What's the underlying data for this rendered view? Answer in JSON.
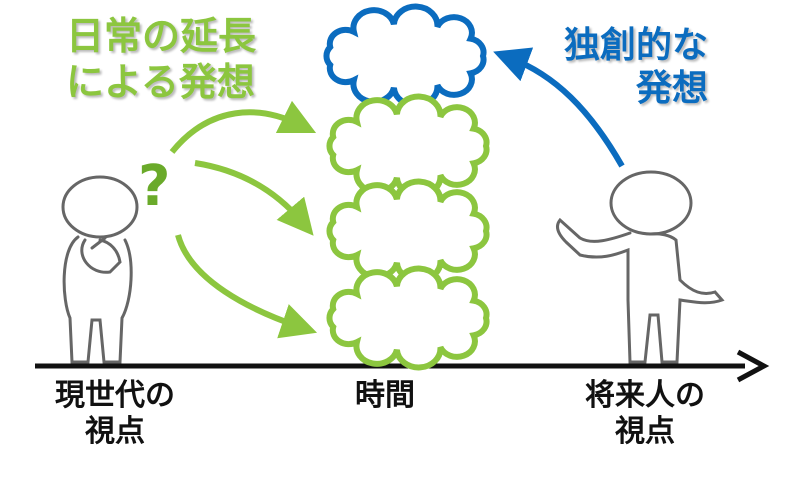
{
  "labels": {
    "everyday_line1": "日常の延長",
    "everyday_line2": "による発想",
    "original_line1": "独創的な",
    "original_line2": "発想",
    "present_line1": "現世代の",
    "present_line2": "視点",
    "time": "時間",
    "future_line1": "将来人の",
    "future_line2": "視点"
  },
  "question_mark": "?",
  "colors": {
    "green": "#8cc63f",
    "dark_green": "#6aaa2a",
    "blue": "#0b6cbf",
    "figure": "#666666",
    "axis": "#111111"
  }
}
